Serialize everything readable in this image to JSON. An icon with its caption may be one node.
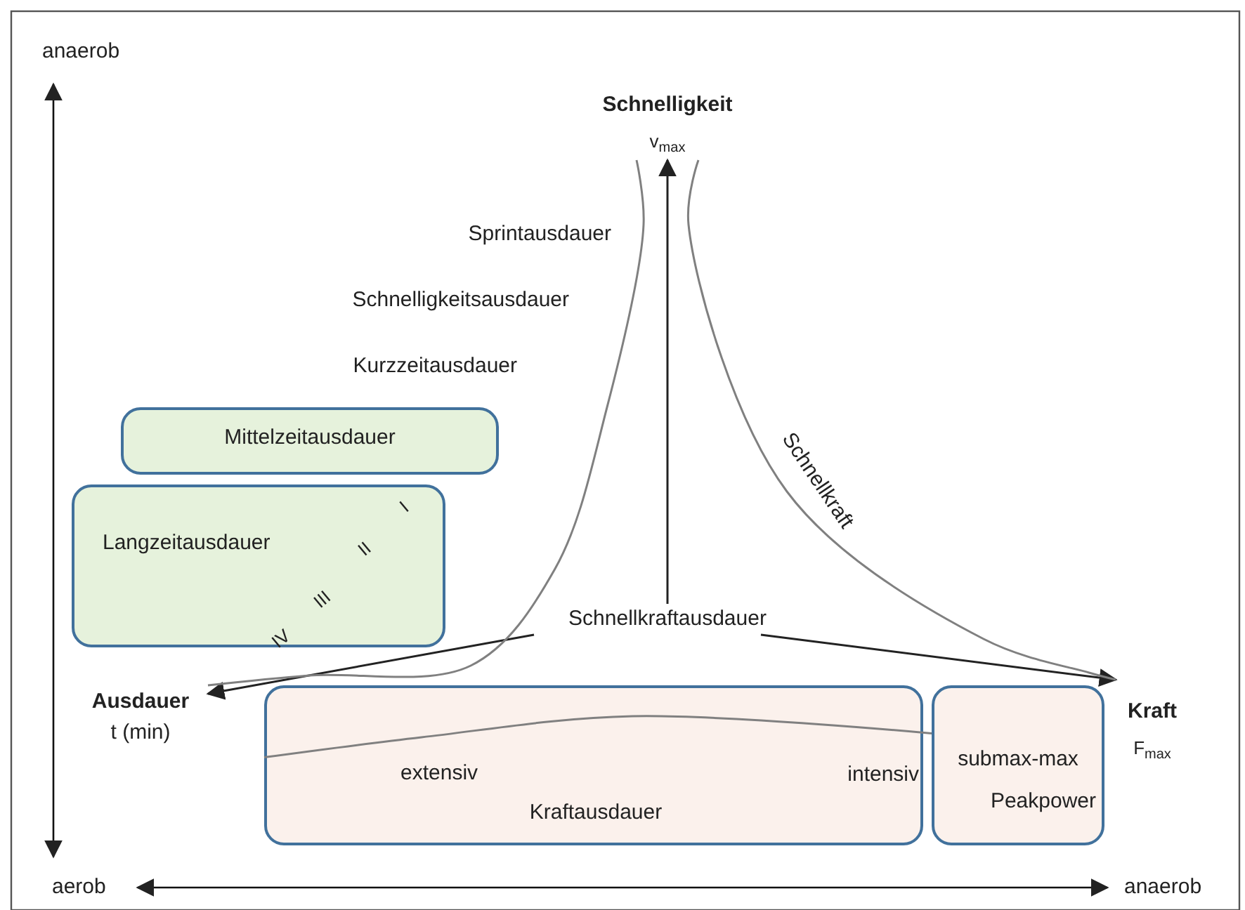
{
  "diagram": {
    "nodes": [
      {
        "text": [
          "Schnelligkeit",
          "v$_{max}$"
        ]
      },
      {
        "text": [
          "Schnellkraftausdauer"
        ]
      },
      {
        "text": [
          "Ausdauer",
          "t (min)"
        ]
      },
      {
        "text": [
          "Kraft",
          "F$_{max}$"
        ]
      },
      {
        "text": [
          "Mittelzeitausdauer"
        ]
      },
      {
        "text": [
          "Langzeitausdauer"
        ]
      },
      {
        "text": [
          "extensiv",
          "intensiv",
          "Kraftausdauer"
        ]
      },
      {
        "text": [
          "submax-max",
          "Peakpower"
        ]
      }
    ],
    "edges": [
      {
        "from": 1,
        "to": 0,
        "arrow": "to"
      },
      {
        "from": 1,
        "to": 2,
        "arrow": "to"
      },
      {
        "from": 1,
        "to": 3,
        "arrow": "to"
      },
      {
        "from": 0,
        "to": 2,
        "arrow": "none",
        "color": "#808080"
      },
      {
        "from": 0,
        "to": 3,
        "arrow": "none",
        "label": "Schnellkraft",
        "color": "#808080"
      },
      {
        "from": 6,
        "to": 7,
        "arrow": "none",
        "color": "#808080"
      }
    ],
    "labels": [
      "anaerob",
      "Sprintausdauer",
      "Schnelligkeitsausdauer",
      "Kurzzeitausdauer",
      "I",
      "II",
      "III",
      "IV",
      "aerob",
      "anaerob"
    ]
  }
}
